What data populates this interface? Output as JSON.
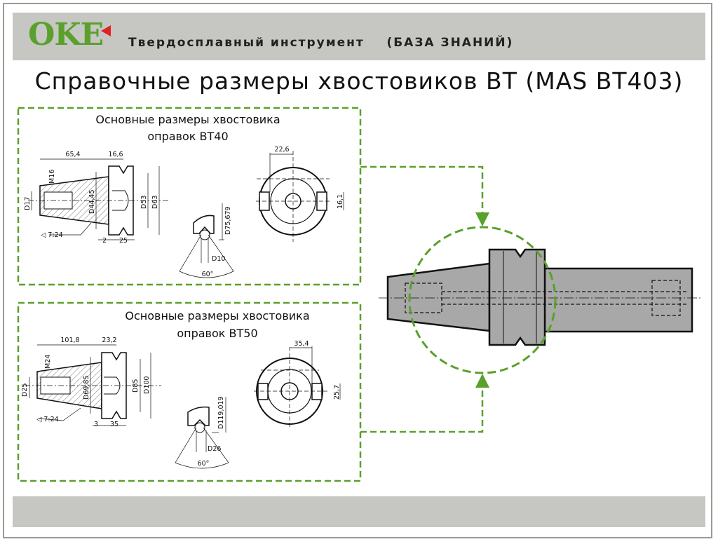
{
  "header": {
    "logo_text": "OKE",
    "subtitle": "Твердосплавный инструмент    (БАЗА ЗНАНИЙ)"
  },
  "title": "Справочные размеры хвостовиков ВТ (MAS BT403)",
  "bt40": {
    "title_line1": "Основные размеры хвостовика",
    "title_line2": "оправок ВТ40",
    "dims": {
      "l1": "65,4",
      "l2": "16,6",
      "m": "M16",
      "d17": "D17",
      "d44": "D44,45",
      "d53": "D53",
      "d63": "D63",
      "taper": "7:24",
      "a": "2",
      "b": "25",
      "d75": "D75,679",
      "d10": "D10",
      "angle": "60°",
      "w": "22,6",
      "h": "16,1"
    }
  },
  "bt50": {
    "title_line1": "Основные размеры хвостовика",
    "title_line2": "оправок ВТ50",
    "dims": {
      "l1": "101,8",
      "l2": "23,2",
      "m": "M24",
      "d25": "D25",
      "d69": "D69,85",
      "d85": "D85",
      "d100": "D100",
      "taper": "7:24",
      "a": "3",
      "b": "35",
      "d119": "D119,019",
      "d26": "D26",
      "angle": "60°",
      "w": "35,4",
      "h": "25,7"
    }
  },
  "colors": {
    "accent": "#5aa02c",
    "bar": "#c6c6c2",
    "part": "#a8a8a8"
  }
}
